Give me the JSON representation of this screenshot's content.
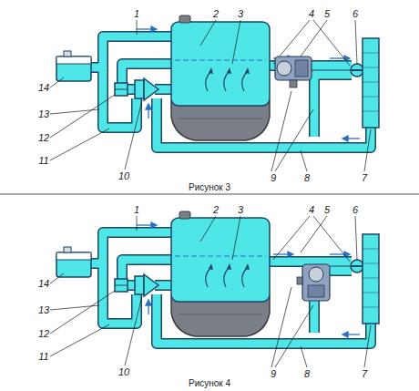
{
  "diagram": {
    "labels": [
      "1",
      "2",
      "3",
      "4",
      "5",
      "6",
      "14",
      "13",
      "12",
      "11",
      "10",
      "9",
      "8",
      "7",
      "Рисунок 3",
      "1",
      "2",
      "3",
      "4",
      "5",
      "6",
      "14",
      "13",
      "12",
      "11",
      "10",
      "9",
      "8",
      "7",
      "Рисунок 4"
    ]
  }
}
